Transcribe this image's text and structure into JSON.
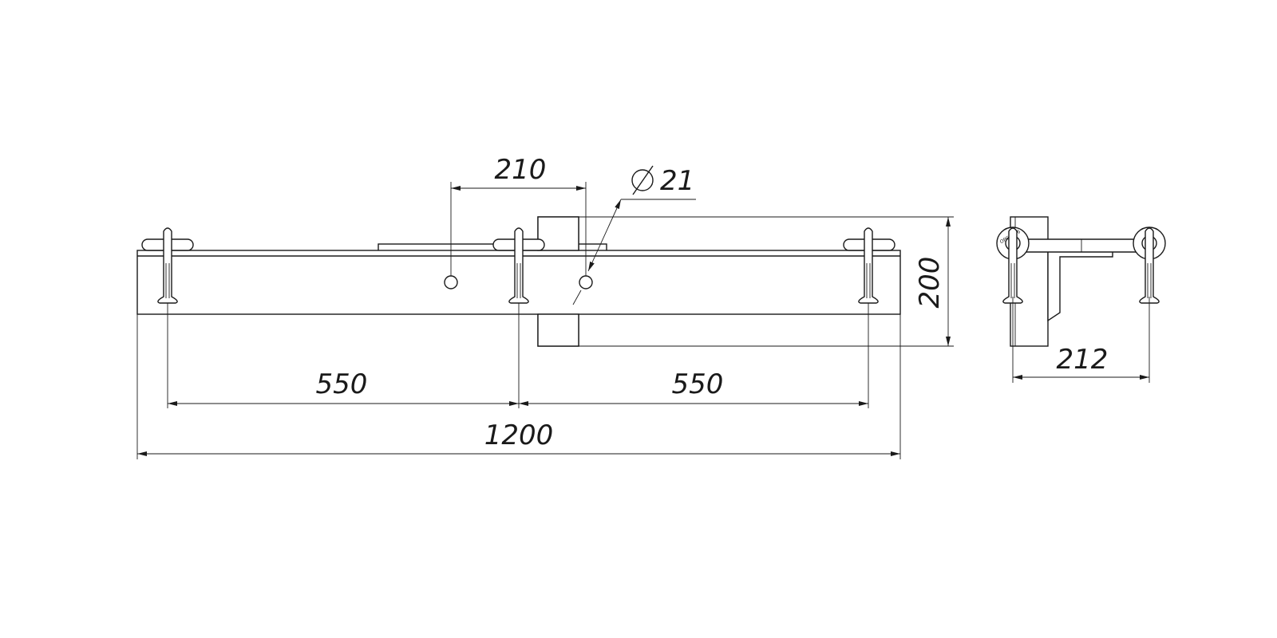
{
  "dimensions": {
    "hole_spacing": "210",
    "hole_diameter": "21",
    "height": "200",
    "left_span": "550",
    "right_span": "550",
    "total_length": "1200",
    "side_width": "212"
  },
  "diameter_symbol": "diameter-symbol-icon",
  "side_view_stamp": "ОРС-7-46"
}
